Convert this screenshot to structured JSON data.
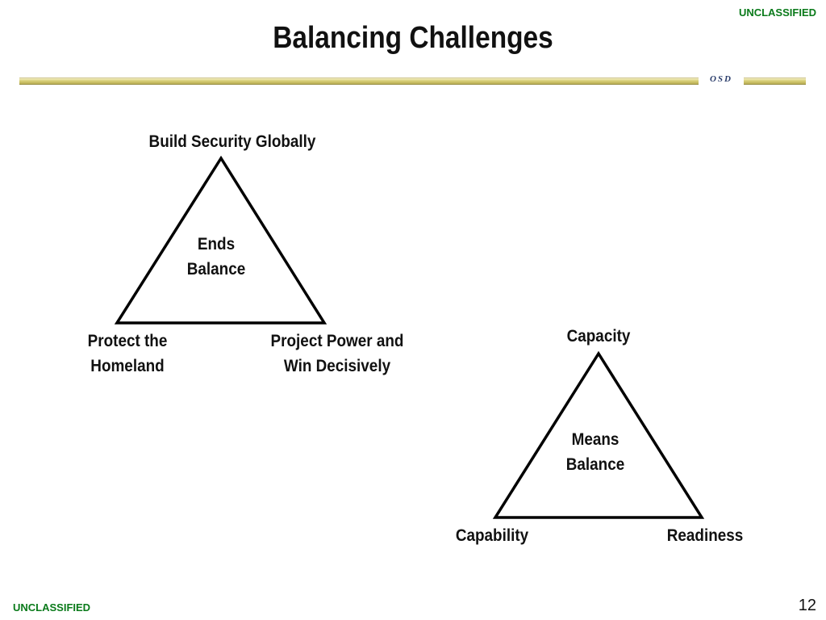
{
  "classification": {
    "top": "UNCLASSIFIED",
    "bottom": "UNCLASSIFIED"
  },
  "title": "Balancing Challenges",
  "header": {
    "org": "OSD"
  },
  "diagram": {
    "ends_triangle": {
      "center_label": [
        "Ends",
        "Balance"
      ],
      "top": [
        "Build Security Globally"
      ],
      "bottom_left": [
        "Protect the",
        "Homeland"
      ],
      "bottom_right": [
        "Project Power and",
        "Win Decisively"
      ]
    },
    "means_triangle": {
      "center_label": [
        "Means",
        "Balance"
      ],
      "top": [
        "Capacity"
      ],
      "bottom_left": [
        "Capability"
      ],
      "bottom_right": [
        "Readiness"
      ]
    }
  },
  "page_number": "12"
}
